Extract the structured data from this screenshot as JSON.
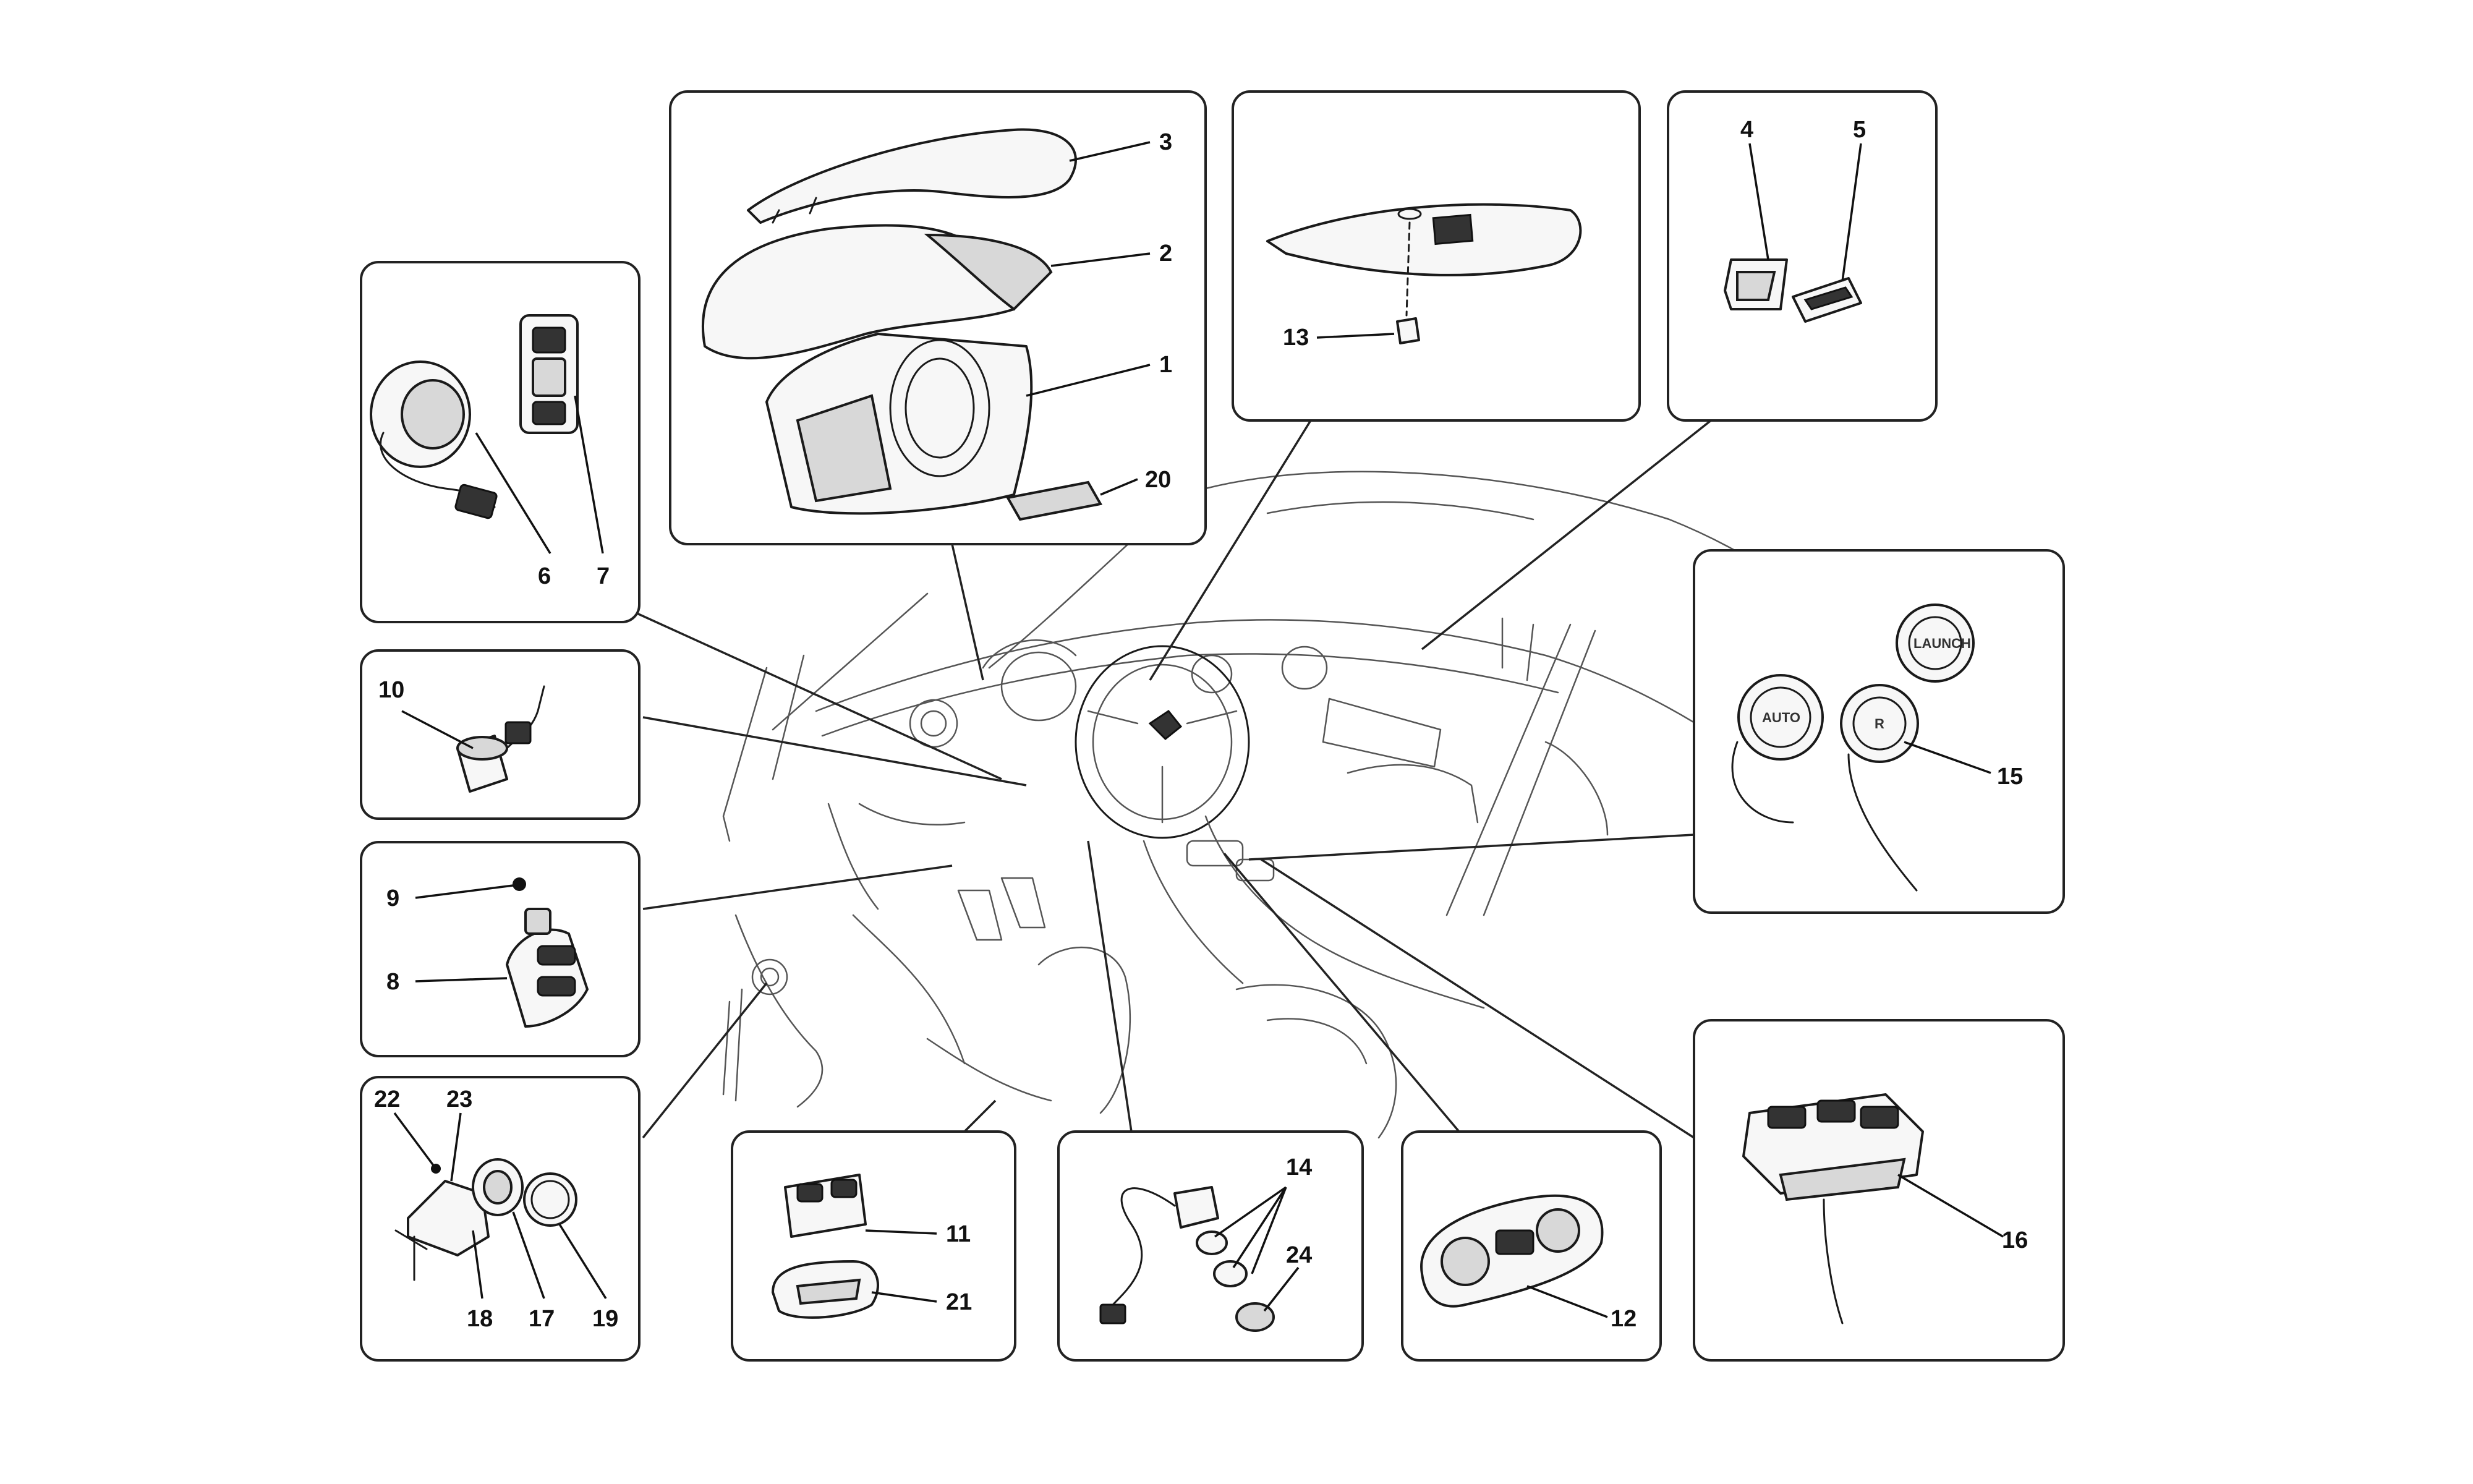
{
  "diagram": {
    "part_numbers": {
      "p1": "1",
      "p2": "2",
      "p3": "3",
      "p4": "4",
      "p5": "5",
      "p6": "6",
      "p7": "7",
      "p8": "8",
      "p9": "9",
      "p10": "10",
      "p11": "11",
      "p12": "12",
      "p13": "13",
      "p14": "14",
      "p15": "15",
      "p16": "16",
      "p17": "17",
      "p18": "18",
      "p19": "19",
      "p20": "20",
      "p21": "21",
      "p22": "22",
      "p23": "23",
      "p24": "24"
    },
    "button_labels": {
      "auto": "AUTO",
      "launch": "LAUNCH",
      "r": "R"
    }
  }
}
